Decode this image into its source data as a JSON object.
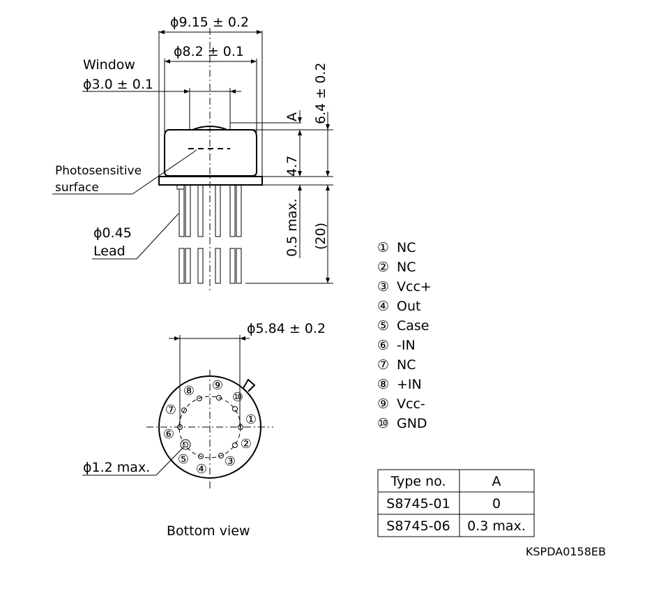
{
  "dims": {
    "outer_dia": "ϕ9.15 ± 0.2",
    "cap_dia": "ϕ8.2 ± 0.1",
    "window_title": "Window",
    "window_dia": "ϕ3.0 ± 0.1",
    "a_label": "A",
    "height": "6.4 ± 0.2",
    "cap_height": "4.7",
    "flange": "0.5 max.",
    "lead_len": "(20)",
    "photo_line1": "Photosensitive",
    "photo_line2": "surface",
    "lead_dia": "ϕ0.45",
    "lead_label": "Lead",
    "pin_circle": "ϕ5.84 ± 0.2",
    "pin_max": "ϕ1.2 max.",
    "bottom_view": "Bottom view"
  },
  "pin_numbers": [
    "①",
    "②",
    "③",
    "④",
    "⑤",
    "⑥",
    "⑦",
    "⑧",
    "⑨",
    "⑩"
  ],
  "pins": [
    {
      "num": "①",
      "name": "NC"
    },
    {
      "num": "②",
      "name": "NC"
    },
    {
      "num": "③",
      "name": "Vcc+"
    },
    {
      "num": "④",
      "name": "Out"
    },
    {
      "num": "⑤",
      "name": "Case"
    },
    {
      "num": "⑥",
      "name": "-IN"
    },
    {
      "num": "⑦",
      "name": "NC"
    },
    {
      "num": "⑧",
      "name": "+IN"
    },
    {
      "num": "⑨",
      "name": "Vcc-"
    },
    {
      "num": "⑩",
      "name": "GND"
    }
  ],
  "table": {
    "headers": [
      "Type no.",
      "A"
    ],
    "rows": [
      [
        "S8745-01",
        "0"
      ],
      [
        "S8745-06",
        "0.3 max."
      ]
    ]
  },
  "code": "KSPDA0158EB"
}
